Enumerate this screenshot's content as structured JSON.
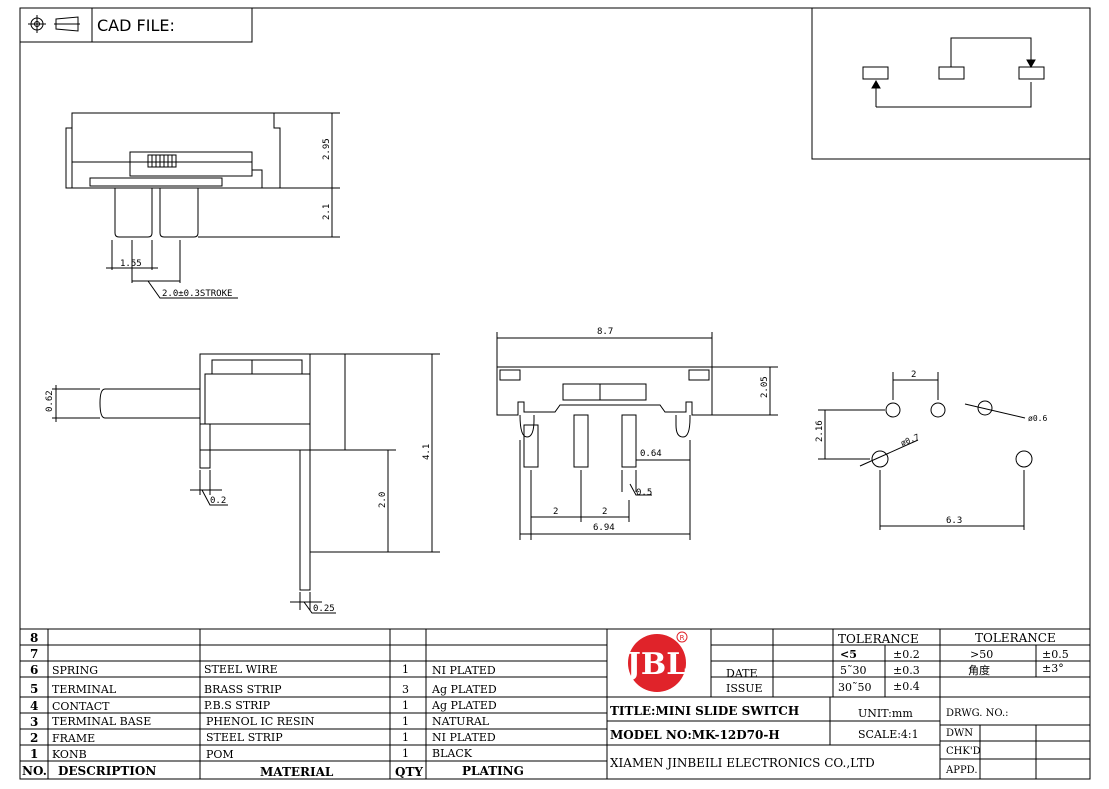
{
  "header": {
    "cad_file": "CAD FILE:"
  },
  "dims": {
    "d295": "2.95",
    "d21": "2.1",
    "d155": "1.55",
    "stroke": "2.0±0.3STROKE",
    "d062": "0.62",
    "d02": "0.2",
    "d20": "2.0",
    "d41": "4.1",
    "d025": "0.25",
    "d87": "8.7",
    "d205": "2.05",
    "d064": "0.64",
    "d05": "0.5",
    "d2a": "2",
    "d2b": "2",
    "d694": "6.94",
    "p2": "2",
    "p216": "2.16",
    "p06": "ø0.6",
    "p07": "ø0.7",
    "p63": "6.3"
  },
  "bom": {
    "rows": [
      {
        "no": "8",
        "desc": "",
        "material": "",
        "qty": "",
        "plating": ""
      },
      {
        "no": "7",
        "desc": "",
        "material": "",
        "qty": "",
        "plating": ""
      },
      {
        "no": "6",
        "desc": "SPRING",
        "material": "STEEL WIRE",
        "qty": "1",
        "plating": "NI PLATED"
      },
      {
        "no": "5",
        "desc": "TERMINAL",
        "material": "BRASS STRIP",
        "qty": "3",
        "plating": "Ag PLATED"
      },
      {
        "no": "4",
        "desc": "CONTACT",
        "material": "P.B.S STRIP",
        "qty": "1",
        "plating": "Ag PLATED"
      },
      {
        "no": "3",
        "desc": "TERMINAL BASE",
        "material": "PHENOL IC RESIN",
        "qty": "1",
        "plating": "NATURAL"
      },
      {
        "no": "2",
        "desc": "FRAME",
        "material": "STEEL STRIP",
        "qty": "1",
        "plating": "NI PLATED"
      },
      {
        "no": "1",
        "desc": "KONB",
        "material": "POM",
        "qty": "1",
        "plating": "BLACK"
      }
    ],
    "header": {
      "no": "NO.",
      "desc": "DESCRIPTION",
      "material": "MATERIAL",
      "qty": "QTY",
      "plating": "PLATING"
    }
  },
  "title_block": {
    "logo": "JBL",
    "date_label": "DATE",
    "issue_label": "ISSUE",
    "title": "TITLE:MINI SLIDE SWITCH",
    "model": "MODEL NO:MK-12D70-H",
    "company": "XIAMEN JINBEILI ELECTRONICS CO.,LTD",
    "unit": "UNIT:mm",
    "scale": "SCALE:4:1",
    "drwg": "DRWG. NO.:",
    "dwn": "DWN",
    "chkd": "CHK'D",
    "appd": "APPD.",
    "tolerance1": "TOLERANCE",
    "tolerance2": "TOLERANCE",
    "t_lt5": "<5",
    "t_lt5_val": "±0.2",
    "t_5_30": "5˜30",
    "t_5_30_val": "±0.3",
    "t_30_50": "30˜50",
    "t_30_50_val": "±0.4",
    "t_gt50": ">50",
    "t_gt50_val": "±0.5",
    "t_angle": "角度",
    "t_angle_val": "±3°"
  }
}
